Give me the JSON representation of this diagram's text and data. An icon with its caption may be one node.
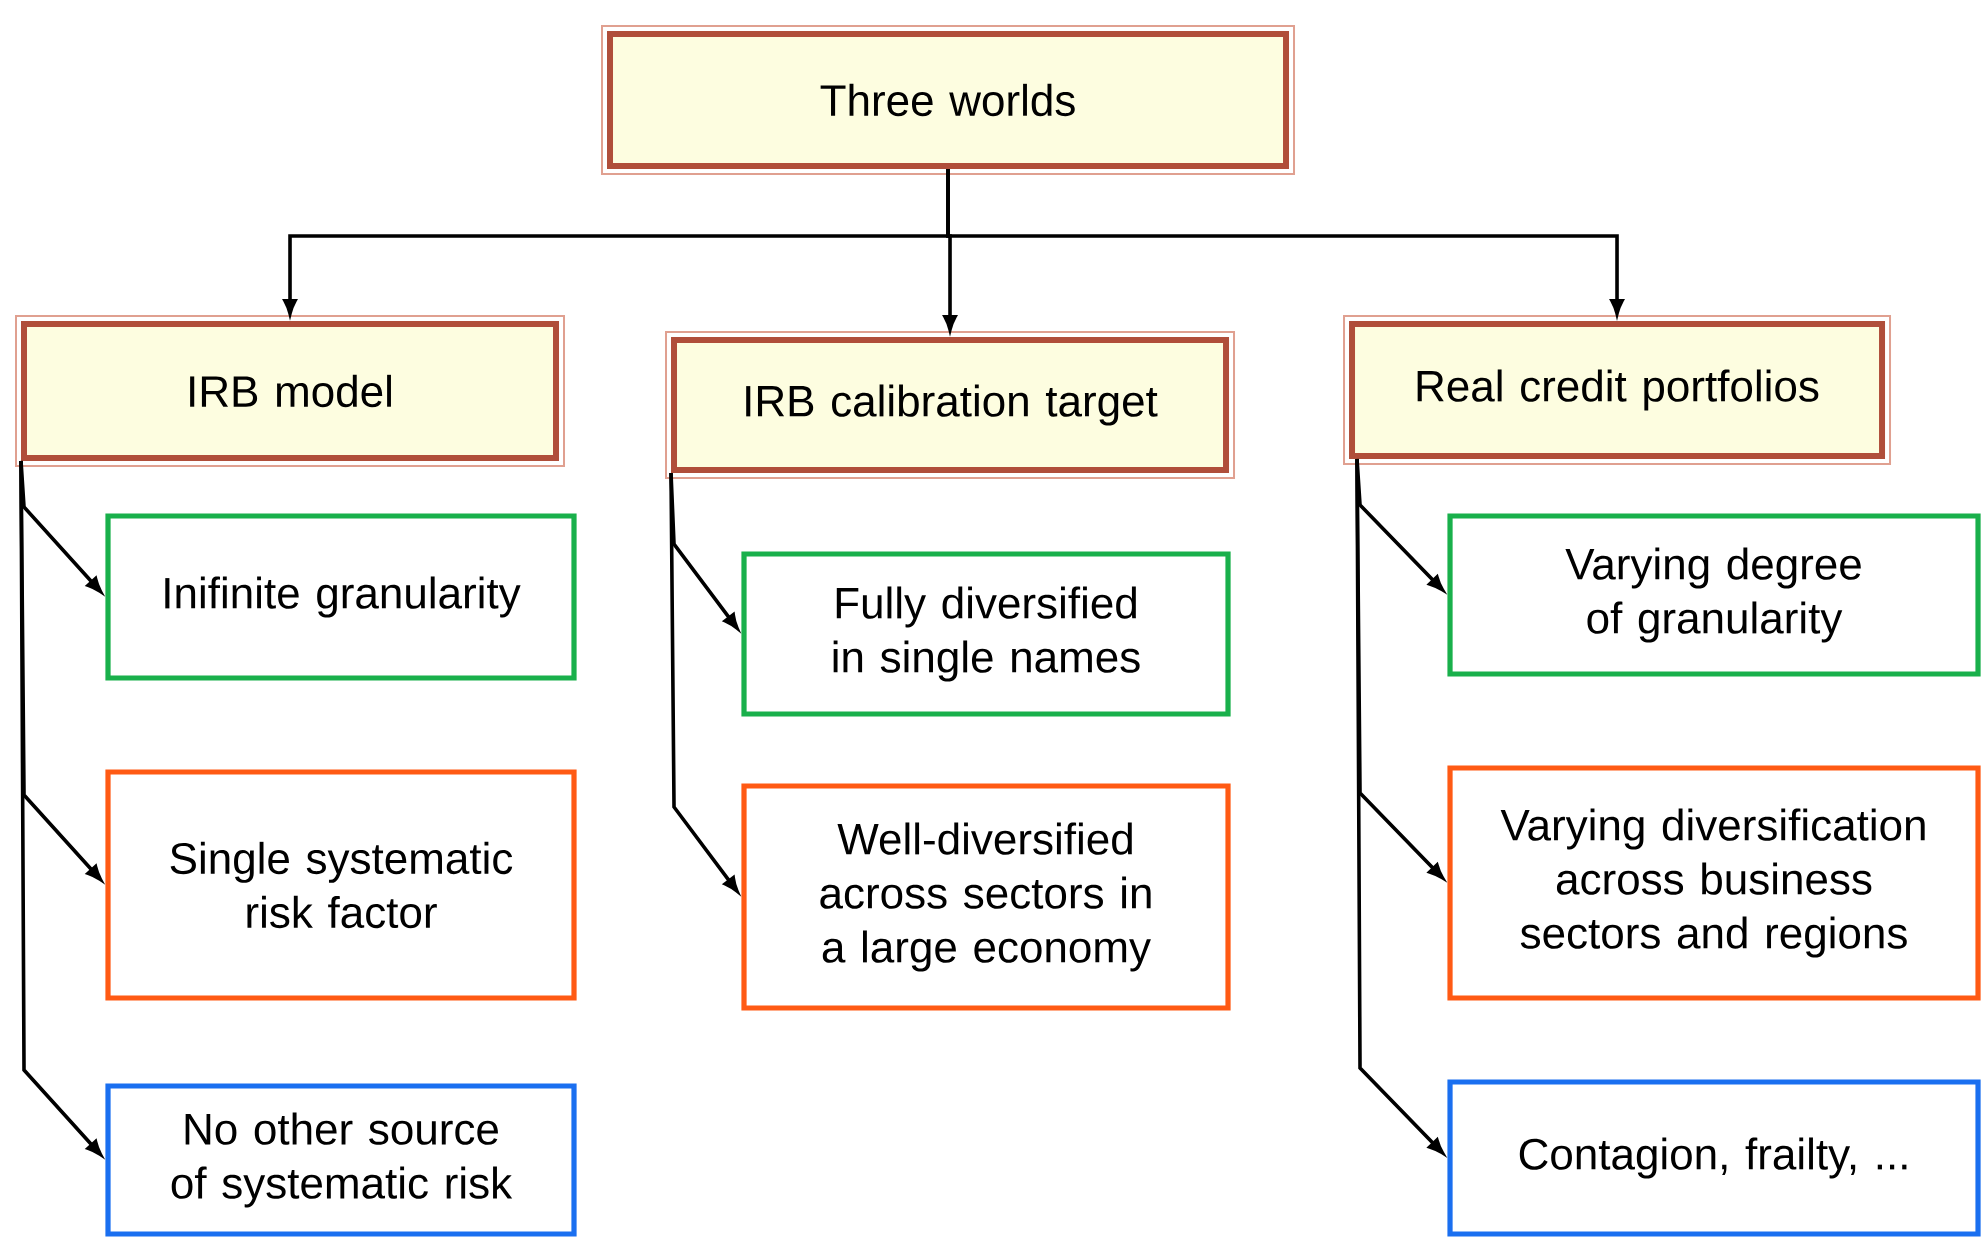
{
  "diagram": {
    "nodes": [
      {
        "text": [
          "Three worlds"
        ]
      },
      {
        "text": [
          "IRB model"
        ]
      },
      {
        "text": [
          "IRB calibration target"
        ]
      },
      {
        "text": [
          "Real credit portfolios"
        ]
      },
      {
        "text": [
          "Inifinite granularity"
        ]
      },
      {
        "text": [
          "Single systematic risk factor"
        ]
      },
      {
        "text": [
          "No other source of systematic risk"
        ]
      },
      {
        "text": [
          "Fully diversified in single names"
        ]
      },
      {
        "text": [
          "Well-diversified across sectors in a large economy"
        ]
      },
      {
        "text": [
          "Varying degree of granularity"
        ]
      },
      {
        "text": [
          "Varying diversification across business sectors and regions"
        ]
      },
      {
        "text": [
          "Contagion, frailty, ..."
        ]
      }
    ],
    "edges": [
      {
        "from": 0,
        "to": 1,
        "arrow": "to"
      },
      {
        "from": 0,
        "to": 2,
        "arrow": "to"
      },
      {
        "from": 0,
        "to": 3,
        "arrow": "to"
      },
      {
        "from": 1,
        "to": 4,
        "arrow": "to"
      },
      {
        "from": 1,
        "to": 5,
        "arrow": "to"
      },
      {
        "from": 1,
        "to": 6,
        "arrow": "to"
      },
      {
        "from": 2,
        "to": 7,
        "arrow": "to"
      },
      {
        "from": 2,
        "to": 8,
        "arrow": "to"
      },
      {
        "from": 3,
        "to": 9,
        "arrow": "to"
      },
      {
        "from": 3,
        "to": 10,
        "arrow": "to"
      },
      {
        "from": 3,
        "to": 11,
        "arrow": "to"
      }
    ]
  }
}
